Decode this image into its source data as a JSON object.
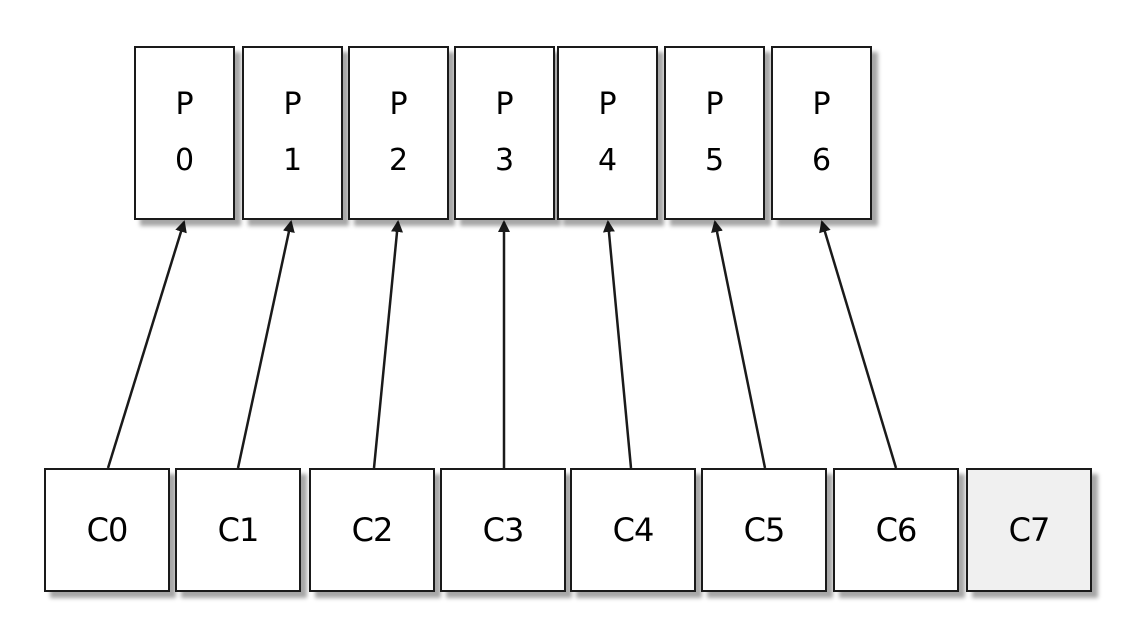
{
  "partitions": [
    {
      "letter": "P",
      "index": "0"
    },
    {
      "letter": "P",
      "index": "1"
    },
    {
      "letter": "P",
      "index": "2"
    },
    {
      "letter": "P",
      "index": "3"
    },
    {
      "letter": "P",
      "index": "4"
    },
    {
      "letter": "P",
      "index": "5"
    },
    {
      "letter": "P",
      "index": "6"
    }
  ],
  "consumers": [
    {
      "label": "C0"
    },
    {
      "label": "C1"
    },
    {
      "label": "C2"
    },
    {
      "label": "C3"
    },
    {
      "label": "C4"
    },
    {
      "label": "C5"
    },
    {
      "label": "C6"
    },
    {
      "label": "C7"
    }
  ],
  "assignments": [
    {
      "from": "C0",
      "to": "P0"
    },
    {
      "from": "C1",
      "to": "P1"
    },
    {
      "from": "C2",
      "to": "P2"
    },
    {
      "from": "C3",
      "to": "P3"
    },
    {
      "from": "C4",
      "to": "P4"
    },
    {
      "from": "C5",
      "to": "P5"
    },
    {
      "from": "C6",
      "to": "P6"
    }
  ],
  "colors": {
    "line": "#1a1a1a",
    "box_fill": "#ffffff",
    "idle_box_fill": "#f0f0f0"
  }
}
